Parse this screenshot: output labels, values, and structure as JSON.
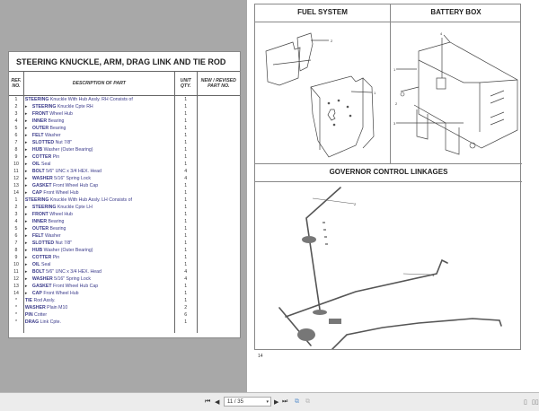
{
  "left_page": {
    "title": "STEERING KNUCKLE, ARM, DRAG LINK AND TIE ROD",
    "columns": {
      "ref": "REF. NO.",
      "desc": "DESCRIPTION OF PART",
      "qty": "UNIT QTY.",
      "new": "NEW / REVISED PART NO."
    },
    "rows": [
      {
        "ref": "1",
        "kw": "STEERING",
        "rest": " Knuckle With Hub Assly. RH Consists of",
        "qty": "1",
        "sub": false
      },
      {
        "ref": "2",
        "kw": "STEERING",
        "rest": " Knuckle Cpte RH",
        "qty": "1",
        "sub": true
      },
      {
        "ref": "3",
        "kw": "FRONT",
        "rest": " Wheel Hub",
        "qty": "1",
        "sub": true
      },
      {
        "ref": "4",
        "kw": "INNER",
        "rest": " Bearing",
        "qty": "1",
        "sub": true
      },
      {
        "ref": "5",
        "kw": "OUTER",
        "rest": " Bearing",
        "qty": "1",
        "sub": true
      },
      {
        "ref": "6",
        "kw": "FELT",
        "rest": " Washer",
        "qty": "1",
        "sub": true
      },
      {
        "ref": "7",
        "kw": "SLOTTED",
        "rest": " Nut 7/8\"",
        "qty": "1",
        "sub": true
      },
      {
        "ref": "8",
        "kw": "HUB",
        "rest": " Washer (Outer Bearing)",
        "qty": "1",
        "sub": true
      },
      {
        "ref": "9",
        "kw": "COTTER",
        "rest": " Pin",
        "qty": "1",
        "sub": true
      },
      {
        "ref": "10",
        "kw": "OIL",
        "rest": " Seal",
        "qty": "1",
        "sub": true
      },
      {
        "ref": "11",
        "kw": "BOLT",
        "rest": " 5/6\" UNC x 3/4 HEX. Head",
        "qty": "4",
        "sub": true
      },
      {
        "ref": "12",
        "kw": "WASHER",
        "rest": " 5/16\" Spring Lock",
        "qty": "4",
        "sub": true
      },
      {
        "ref": "13",
        "kw": "GASKET",
        "rest": " Front Wheel Hub Cap",
        "qty": "1",
        "sub": true
      },
      {
        "ref": "14",
        "kw": "CAP",
        "rest": " Front Wheel Hub",
        "qty": "1",
        "sub": true
      },
      {
        "ref": "1",
        "kw": "STEERING",
        "rest": " Knuckle With Hub Assly. LH Consists of",
        "qty": "1",
        "sub": false
      },
      {
        "ref": "2",
        "kw": "STEERING",
        "rest": " Knuckle Cpte LH",
        "qty": "1",
        "sub": true
      },
      {
        "ref": "3",
        "kw": "FRONT",
        "rest": " Wheel Hub",
        "qty": "1",
        "sub": true
      },
      {
        "ref": "4",
        "kw": "INNER",
        "rest": " Bearing",
        "qty": "1",
        "sub": true
      },
      {
        "ref": "5",
        "kw": "OUTER",
        "rest": " Bearing",
        "qty": "1",
        "sub": true
      },
      {
        "ref": "6",
        "kw": "FELT",
        "rest": " Washer",
        "qty": "1",
        "sub": true
      },
      {
        "ref": "7",
        "kw": "SLOTTED",
        "rest": " Nut 7/8\"",
        "qty": "1",
        "sub": true
      },
      {
        "ref": "8",
        "kw": "HUB",
        "rest": " Washer (Outer Bearing)",
        "qty": "1",
        "sub": true
      },
      {
        "ref": "9",
        "kw": "COTTER",
        "rest": " Pin",
        "qty": "1",
        "sub": true
      },
      {
        "ref": "10",
        "kw": "OIL",
        "rest": " Seal",
        "qty": "1",
        "sub": true
      },
      {
        "ref": "11",
        "kw": "BOLT",
        "rest": " 5/6\" UNC x 3/4 HEX. Head",
        "qty": "4",
        "sub": true
      },
      {
        "ref": "12",
        "kw": "WASHER",
        "rest": " 5/16\" Spring Lock",
        "qty": "4",
        "sub": true
      },
      {
        "ref": "13",
        "kw": "GASKET",
        "rest": " Front Wheel Hub Cap",
        "qty": "1",
        "sub": true
      },
      {
        "ref": "14",
        "kw": "CAP",
        "rest": " Front Wheel Hub",
        "qty": "1",
        "sub": true
      },
      {
        "ref": "*",
        "kw": "TIE",
        "rest": " Rod Assly.",
        "qty": "1",
        "sub": false
      },
      {
        "ref": "*",
        "kw": "WASHER",
        "rest": " Plain M10",
        "qty": "2",
        "sub": false
      },
      {
        "ref": "*",
        "kw": "PIN",
        "rest": " Cotter",
        "qty": "6",
        "sub": false
      },
      {
        "ref": "*",
        "kw": "DRAG",
        "rest": " Link Cpte.",
        "qty": "1",
        "sub": false
      }
    ]
  },
  "right_page": {
    "fuel_title": "FUEL SYSTEM",
    "battery_title": "BATTERY BOX",
    "governor_title": "GOVERNOR CONTROL LINKAGES",
    "page_number": "14",
    "fuel_callouts": [
      "2",
      "1"
    ],
    "battery_callouts": [
      "4",
      "1",
      "2",
      "3"
    ],
    "governor_callouts": [
      "2",
      "1"
    ]
  },
  "toolbar": {
    "first_icon": "⏮",
    "prev_icon": "◀",
    "page_value": "11 / 35",
    "next_icon": "▶",
    "last_icon": "⏭",
    "dropdown_icon": "▾",
    "copy_icon": "⧉",
    "paste_icon": "⧉",
    "single_page_icon": "▯",
    "double_page_icon": "▯▯"
  }
}
